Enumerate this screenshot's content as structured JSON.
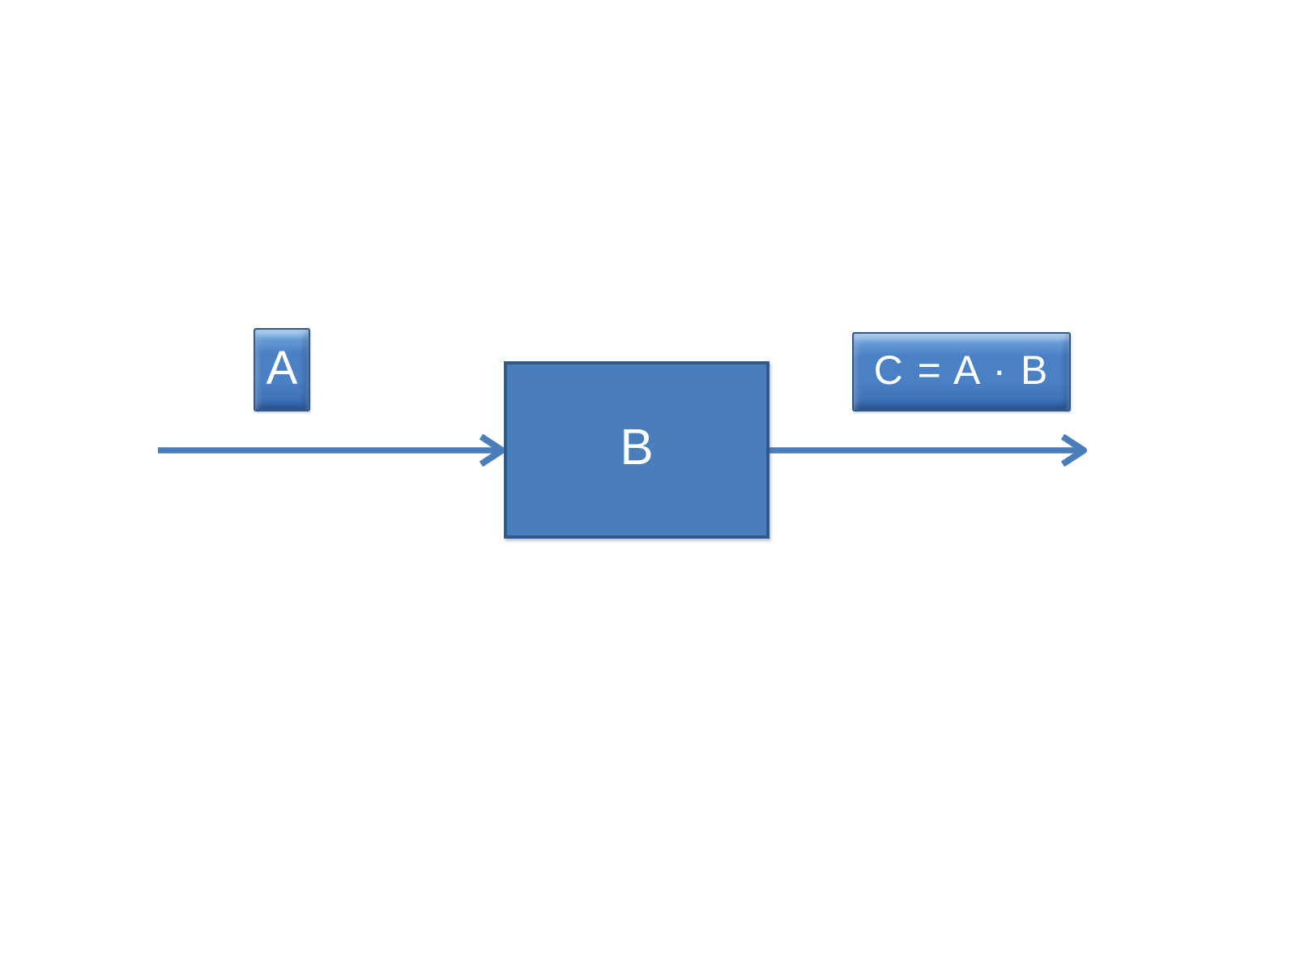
{
  "colors": {
    "bg": "#FFFFFF",
    "box_fill": "#4A7EBB",
    "box_border": "#30598C",
    "bevel_top": "#79ADE3",
    "bevel_mid": "#4A80C4",
    "bevel_bottom": "#3A6DB2",
    "arrow": "#4A7EBB",
    "text": "#FFFFFF"
  },
  "nodes": {
    "input": {
      "label": "A"
    },
    "process": {
      "label": "B"
    },
    "output": {
      "label": "C = A · B"
    }
  }
}
